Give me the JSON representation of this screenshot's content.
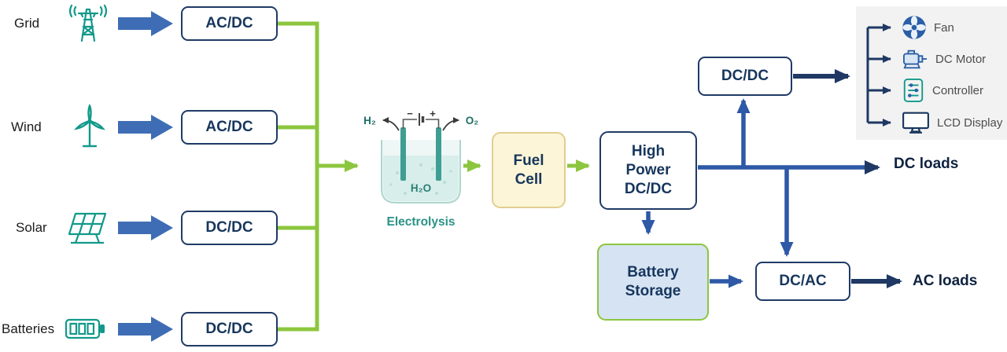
{
  "sources": [
    {
      "label": "Grid",
      "converter": "AC/DC"
    },
    {
      "label": "Wind",
      "converter": "AC/DC"
    },
    {
      "label": "Solar",
      "converter": "DC/DC"
    },
    {
      "label": "Batteries",
      "converter": "DC/DC"
    }
  ],
  "electrolysis": {
    "label": "Electrolysis",
    "h2_label": "H₂",
    "o2_label": "O₂",
    "h2o_label": "H₂O",
    "minus": "−",
    "plus": "+"
  },
  "fuel_cell": {
    "label": "Fuel Cell",
    "line1": "Fuel",
    "line2": "Cell"
  },
  "high_power_converter": {
    "label": "High Power DC/DC",
    "line1": "High",
    "line2": "Power",
    "line3": "DC/DC"
  },
  "dc_dc_converter": {
    "label": "DC/DC"
  },
  "battery_storage": {
    "label": "Battery Storage",
    "line1": "Battery",
    "line2": "Storage"
  },
  "dc_ac_inverter": {
    "label": "DC/AC"
  },
  "outputs": {
    "dc_loads": "DC loads",
    "ac_loads": "AC loads"
  },
  "load_panel": {
    "items": [
      {
        "label": "Fan"
      },
      {
        "label": "DC Motor"
      },
      {
        "label": "Controller"
      },
      {
        "label": "LCD Display"
      }
    ]
  },
  "colors": {
    "source_arrow": "#3E6DB5",
    "green_bus": "#8CC63E",
    "blue_line": "#2D59A6",
    "navy": "#1F3864",
    "teal_icon": "#12998A",
    "box_border": "#1F3A66",
    "fuel_cell_fill": "#FCF5D7",
    "fuel_cell_border": "#E2CE90",
    "battery_fill": "#D6E3F3",
    "panel_bg": "#F2F2F2"
  }
}
